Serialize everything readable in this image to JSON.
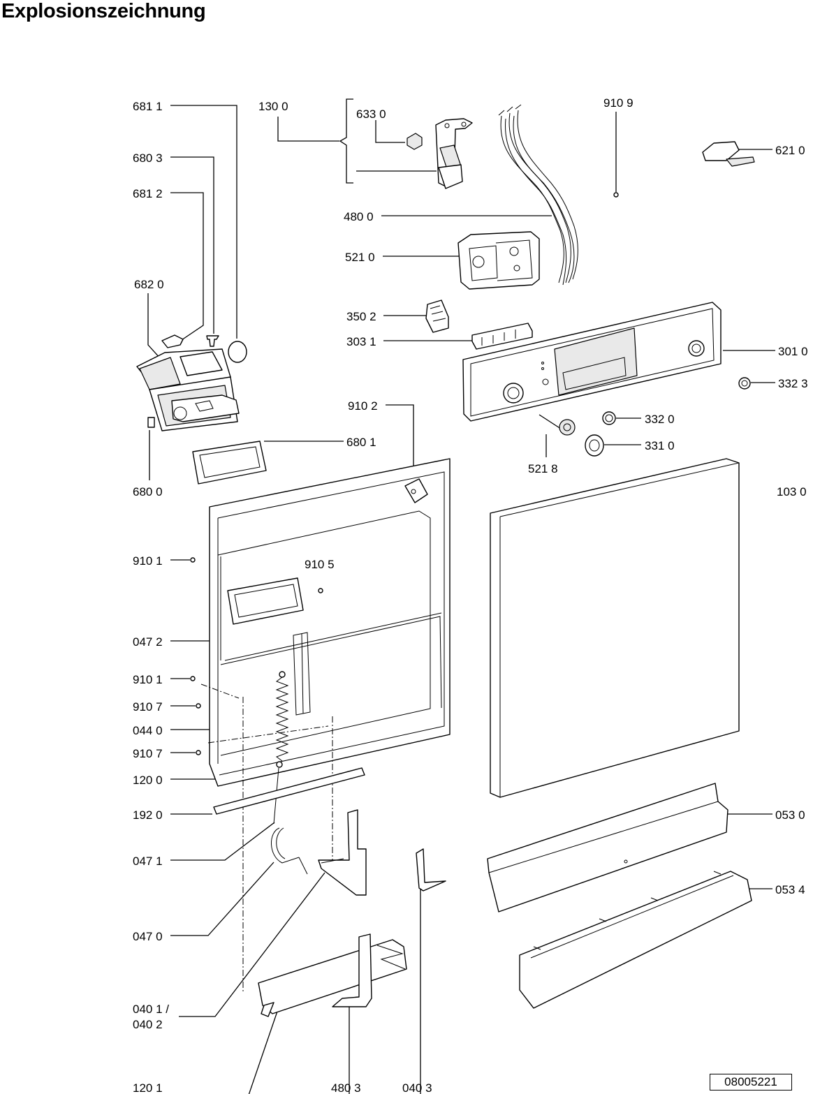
{
  "title": "Explosionszeichnung",
  "document_number": "08005221",
  "callouts": [
    {
      "id": "c6811",
      "text": "681 1"
    },
    {
      "id": "c1300",
      "text": "130 0"
    },
    {
      "id": "c6330",
      "text": "633 0"
    },
    {
      "id": "c9109",
      "text": "910 9"
    },
    {
      "id": "c6803",
      "text": "680 3"
    },
    {
      "id": "c6210",
      "text": "621 0"
    },
    {
      "id": "c6812",
      "text": "681 2"
    },
    {
      "id": "c4800",
      "text": "480 0"
    },
    {
      "id": "c5210",
      "text": "521 0"
    },
    {
      "id": "c6820",
      "text": "682 0"
    },
    {
      "id": "c3502",
      "text": "350 2"
    },
    {
      "id": "c3031",
      "text": "303 1"
    },
    {
      "id": "c3010",
      "text": "301 0"
    },
    {
      "id": "c3323",
      "text": "332 3"
    },
    {
      "id": "c9102",
      "text": "910 2"
    },
    {
      "id": "c3320",
      "text": "332 0"
    },
    {
      "id": "c6801",
      "text": "680 1"
    },
    {
      "id": "c3310",
      "text": "331 0"
    },
    {
      "id": "c5218",
      "text": "521 8"
    },
    {
      "id": "c6800",
      "text": "680 0"
    },
    {
      "id": "c1030",
      "text": "103 0"
    },
    {
      "id": "c9101a",
      "text": "910 1"
    },
    {
      "id": "c9105",
      "text": "910 5"
    },
    {
      "id": "c0472",
      "text": "047 2"
    },
    {
      "id": "c9101b",
      "text": "910 1"
    },
    {
      "id": "c9107a",
      "text": "910 7"
    },
    {
      "id": "c0440",
      "text": "044 0"
    },
    {
      "id": "c9107b",
      "text": "910 7"
    },
    {
      "id": "c1200",
      "text": "120 0"
    },
    {
      "id": "c1920",
      "text": "192 0"
    },
    {
      "id": "c0530",
      "text": "053 0"
    },
    {
      "id": "c0471",
      "text": "047 1"
    },
    {
      "id": "c0534",
      "text": "053 4"
    },
    {
      "id": "c0470",
      "text": "047 0"
    },
    {
      "id": "c0401",
      "text": "040 1 /"
    },
    {
      "id": "c0402",
      "text": "040 2"
    },
    {
      "id": "c1201",
      "text": "120 1"
    },
    {
      "id": "c4803",
      "text": "480 3"
    },
    {
      "id": "c0403",
      "text": "040 3"
    }
  ]
}
